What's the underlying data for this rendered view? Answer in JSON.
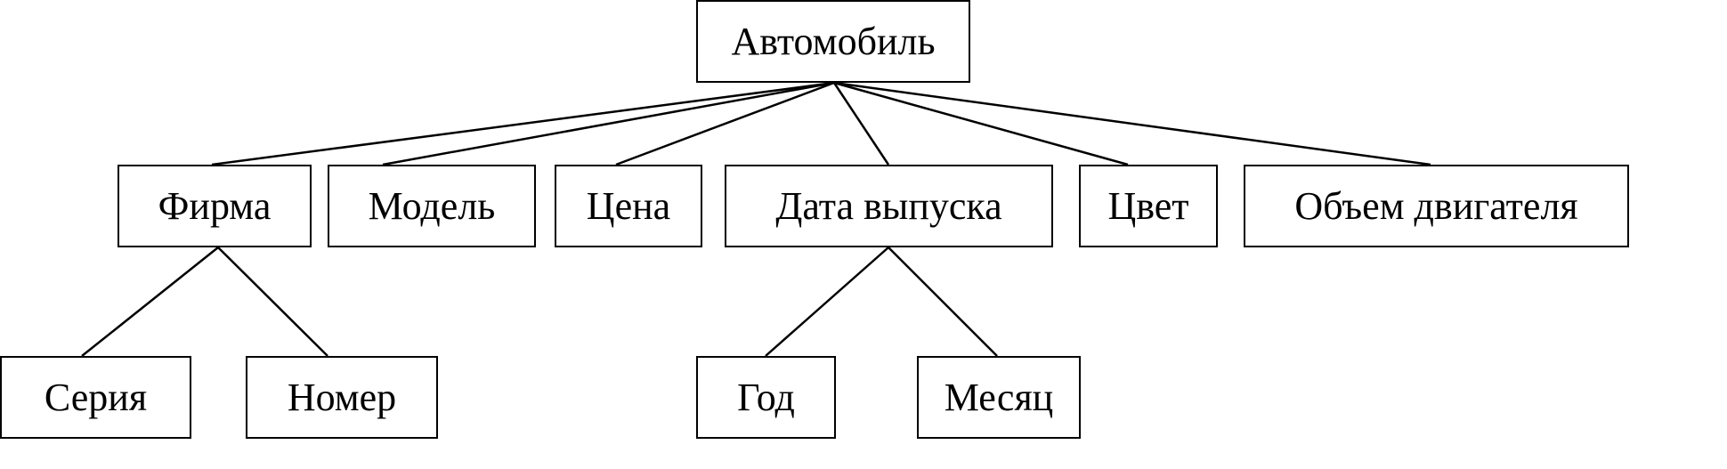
{
  "diagram": {
    "type": "tree",
    "root": {
      "label": "Автомобиль"
    },
    "level1": {
      "firma": "Фирма",
      "model": "Модель",
      "cena": "Цена",
      "data_vypuska": "Дата выпуска",
      "cvet": "Цвет",
      "obem_dvigatelya": "Объем двигателя"
    },
    "level2": {
      "seriya": "Серия",
      "nomer": "Номер",
      "god": "Год",
      "mesyac": "Месяц"
    },
    "edges": [
      [
        "Автомобиль",
        "Фирма"
      ],
      [
        "Автомобиль",
        "Модель"
      ],
      [
        "Автомобиль",
        "Цена"
      ],
      [
        "Автомобиль",
        "Дата выпуска"
      ],
      [
        "Автомобиль",
        "Цвет"
      ],
      [
        "Автомобиль",
        "Объем двигателя"
      ],
      [
        "Фирма",
        "Серия"
      ],
      [
        "Фирма",
        "Номер"
      ],
      [
        "Дата выпуска",
        "Год"
      ],
      [
        "Дата выпуска",
        "Месяц"
      ]
    ]
  }
}
